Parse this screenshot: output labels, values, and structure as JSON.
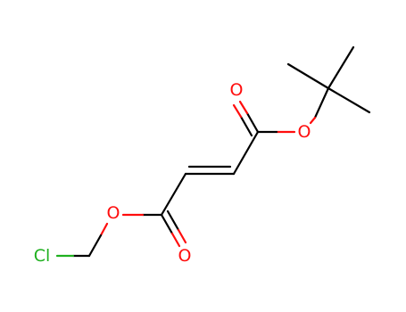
{
  "molecule": {
    "colors": {
      "carbon": "#000000",
      "oxygen": "#ff0d0d",
      "chlorine": "#1fb01f"
    },
    "atom_labels": {
      "carbonyl_o_top": "O",
      "ester_o_right": "O",
      "ester_o_left": "O",
      "carbonyl_o_bottom": "O",
      "chlorine": "Cl"
    }
  }
}
